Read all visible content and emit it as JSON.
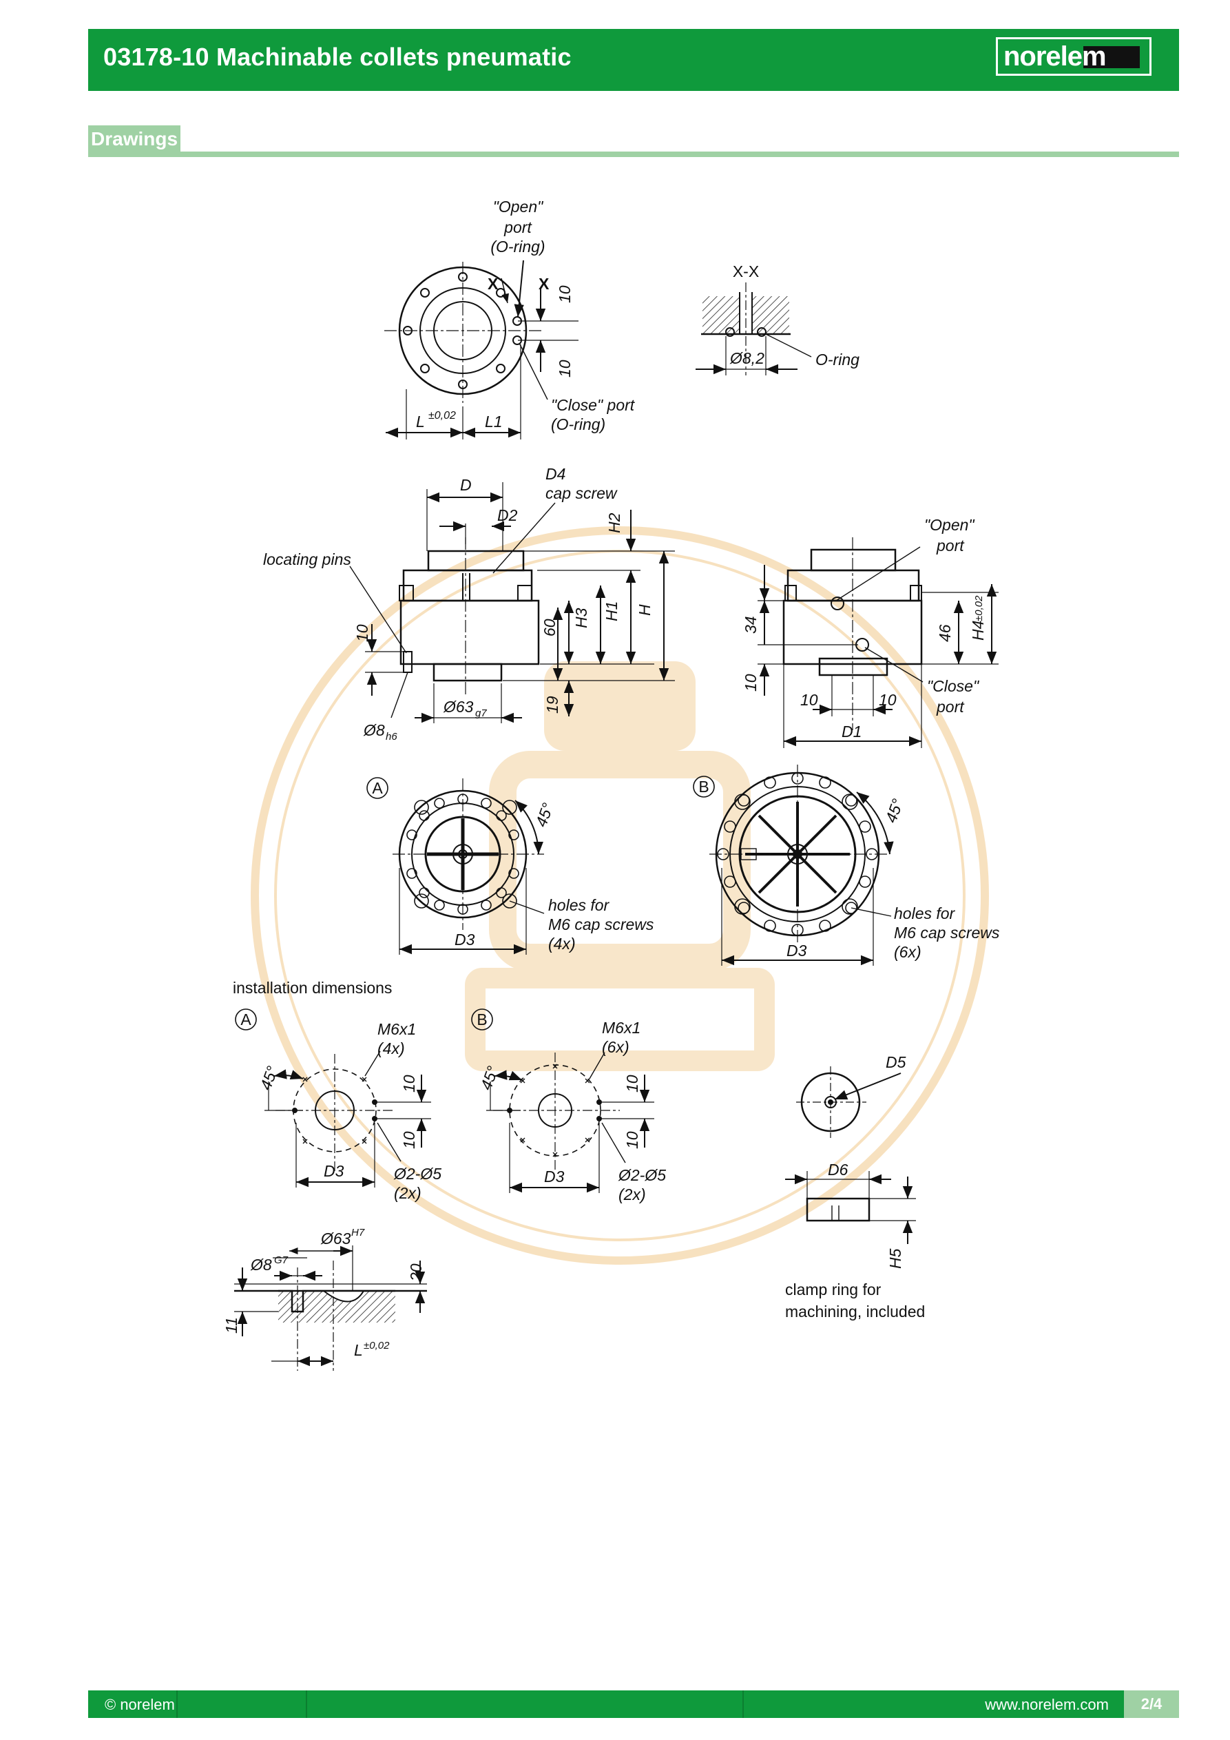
{
  "header": {
    "title": "03178-10 Machinable collets pneumatic",
    "logo_text": "norelem"
  },
  "section": {
    "label": "Drawings"
  },
  "top_view": {
    "open_port": [
      "\"Open\"",
      "port",
      "(O-ring)"
    ],
    "close_port": [
      "\"Close\" port",
      "(O-ring)"
    ],
    "x_mark": "X",
    "dim_10": "10",
    "dim_L": "L",
    "tol_L": "±0,02",
    "dim_L1": "L1"
  },
  "section_xx": {
    "title": "X-X",
    "diameter": "Ø8,2",
    "oring": "O-ring"
  },
  "side_view": {
    "D": "D",
    "D2": "D2",
    "D4": "D4",
    "cap_screw": "cap screw",
    "H2": "H2",
    "locating_pins": "locating pins",
    "d10": "10",
    "d60": "60",
    "H3": "H3",
    "H1": "H1",
    "H": "H",
    "d63": "Ø63",
    "g7": "g7",
    "d19": "19",
    "d8": "Ø8",
    "h6": "h6"
  },
  "right_view": {
    "open_port": [
      "\"Open\"",
      "port"
    ],
    "close_port": [
      "\"Close\"",
      "port"
    ],
    "d34": "34",
    "d10": "10",
    "d46": "46",
    "H4": "H4",
    "tol_H4": "±0,02",
    "d10a": "10",
    "d10b": "10",
    "D1": "D1"
  },
  "view_a": {
    "marker": "A",
    "angle": "45°",
    "holes": [
      "holes for",
      "M6 cap screws",
      "(4x)"
    ],
    "D3": "D3"
  },
  "view_b": {
    "marker": "B",
    "angle": "45°",
    "holes": [
      "holes for",
      "M6 cap screws",
      "(6x)"
    ],
    "D3": "D3"
  },
  "installation": {
    "title": "installation dimensions",
    "a": {
      "marker": "A",
      "thread": [
        "M6x1",
        "(4x)"
      ],
      "angle": "45°",
      "d10a": "10",
      "d10b": "10",
      "D3": "D3",
      "bore": [
        "Ø2-Ø5",
        "(2x)"
      ]
    },
    "b": {
      "marker": "B",
      "thread": [
        "M6x1",
        "(6x)"
      ],
      "angle": "45°",
      "d10a": "10",
      "d10b": "10",
      "D3": "D3",
      "bore": [
        "Ø2-Ø5",
        "(2x)"
      ]
    }
  },
  "clamp_ring": {
    "D5": "D5",
    "D6": "D6",
    "H5": "H5",
    "caption": [
      "clamp ring for",
      "machining, included"
    ]
  },
  "install_section": {
    "d63": "Ø63",
    "h7": "H7",
    "d8": "Ø8",
    "g7": "G7",
    "d20": "20",
    "d11": "11",
    "L": "L",
    "tol": "±0,02"
  },
  "footer": {
    "copyright": "© norelem",
    "url": "www.norelem.com",
    "page": "2/4"
  },
  "colors": {
    "brand_green": "#0f9a3c",
    "light_green": "#9fd1a4",
    "watermark": "#f1c98c"
  }
}
